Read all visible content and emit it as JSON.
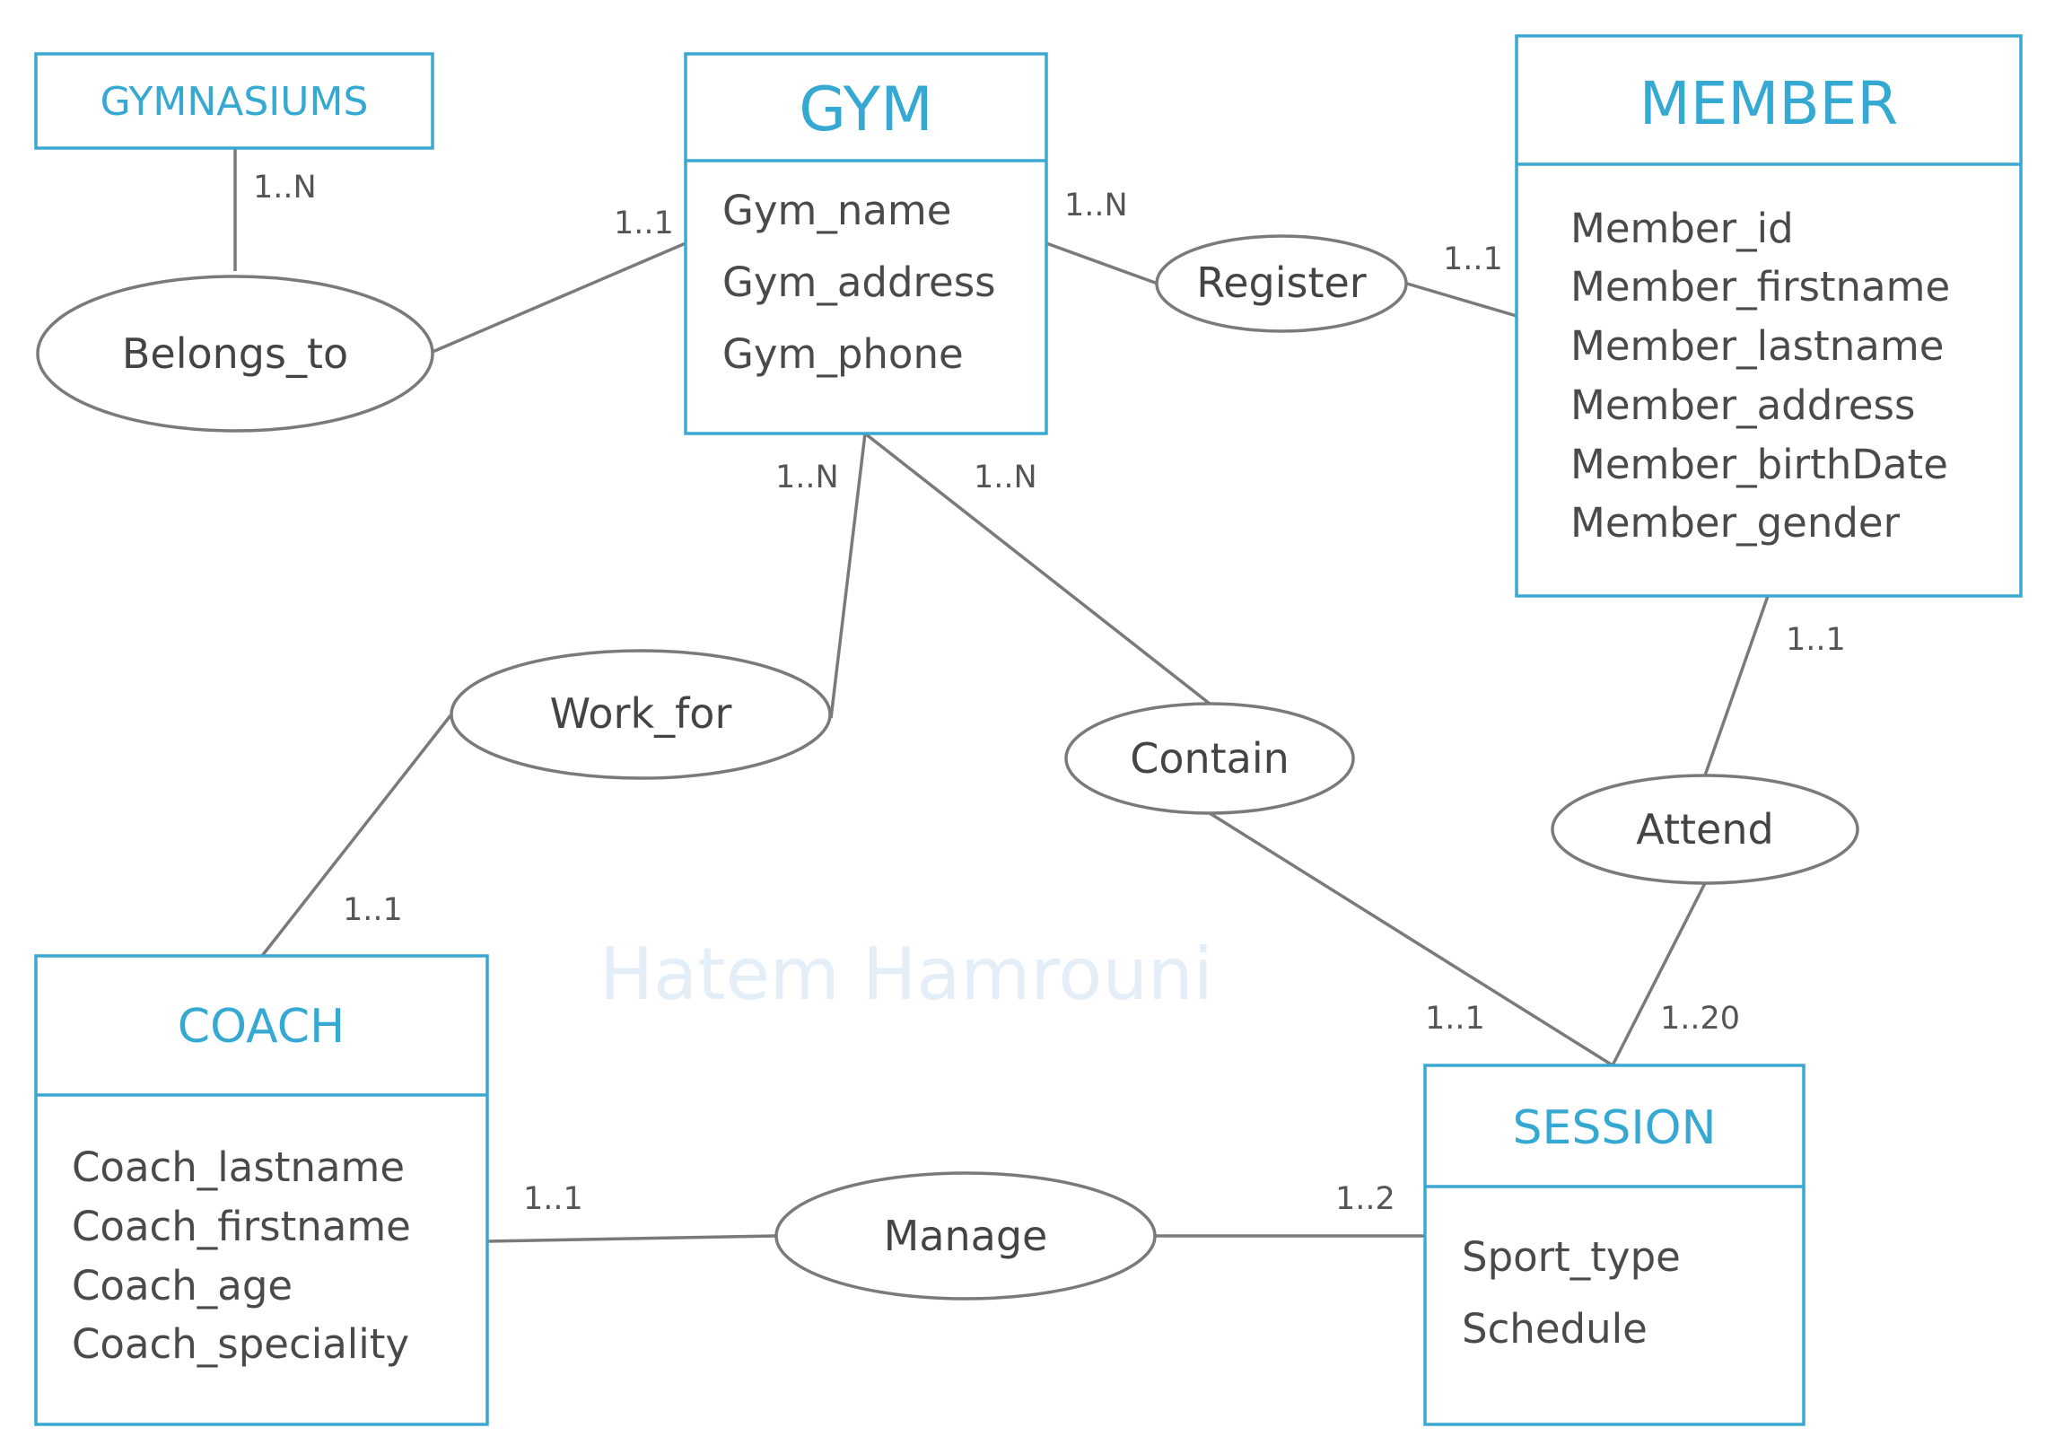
{
  "watermark": "Hatem Hamrouni",
  "entities": {
    "gymnasiums": {
      "title": "GYMNASIUMS",
      "attributes": []
    },
    "gym": {
      "title": "GYM",
      "attributes": [
        "Gym_name",
        "Gym_address",
        "Gym_phone"
      ]
    },
    "member": {
      "title": "MEMBER",
      "attributes": [
        "Member_id",
        "Member_firstname",
        "Member_lastname",
        "Member_address",
        "Member_birthDate",
        "Member_gender"
      ]
    },
    "coach": {
      "title": "COACH",
      "attributes": [
        "Coach_lastname",
        "Coach_firstname",
        "Coach_age",
        "Coach_speciality"
      ]
    },
    "session": {
      "title": "SESSION",
      "attributes": [
        "Sport_type",
        "Schedule"
      ]
    }
  },
  "relationships": {
    "belongs_to": {
      "label": "Belongs_to"
    },
    "register": {
      "label": "Register"
    },
    "work_for": {
      "label": "Work_for"
    },
    "contain": {
      "label": "Contain"
    },
    "attend": {
      "label": "Attend"
    },
    "manage": {
      "label": "Manage"
    }
  },
  "cardinalities": {
    "gymnasiums_belongs": "1..N",
    "gym_belongs": "1..1",
    "gym_register": "1..N",
    "member_register": "1..1",
    "gym_work_for": "1..N",
    "gym_contain": "1..N",
    "member_attend": "1..1",
    "coach_work_for": "1..1",
    "session_contain": "1..1",
    "session_attend": "1..20",
    "coach_manage": "1..1",
    "session_manage": "1..2"
  }
}
